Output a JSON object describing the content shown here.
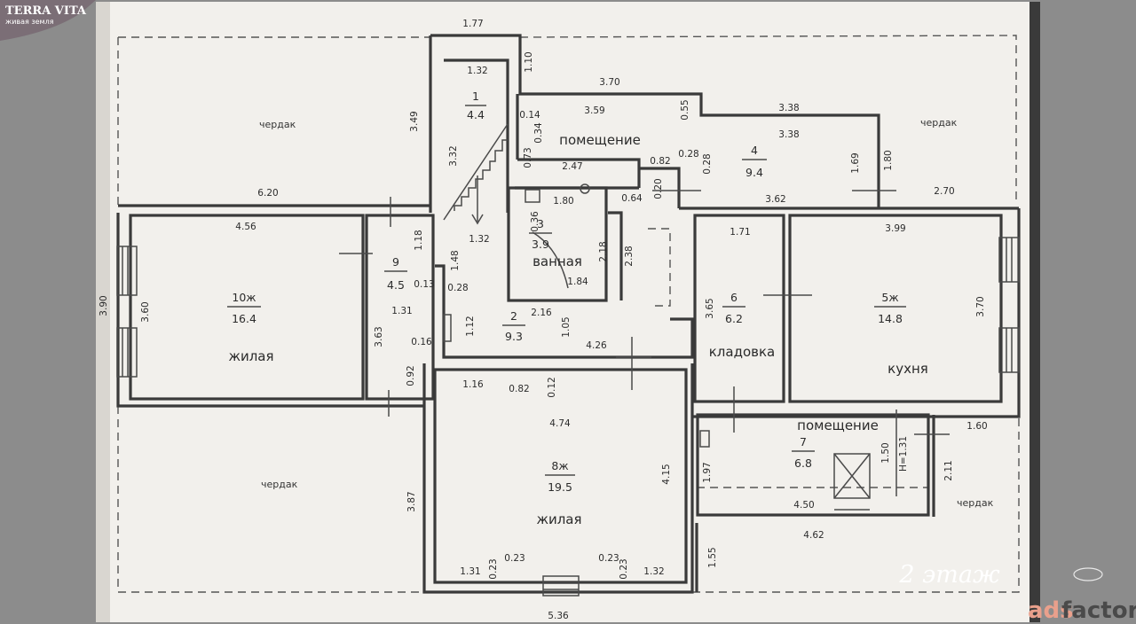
{
  "logo": {
    "title": "TERRA VITA",
    "subtitle": "живая земля"
  },
  "floor_label": "2 этаж",
  "watermark": {
    "part1": "ads",
    "part2": "factory"
  },
  "attic_label": "чердак",
  "rooms": [
    {
      "id": "1",
      "number": "1",
      "area": "4.4"
    },
    {
      "id": "2",
      "number": "2",
      "area": "9.3"
    },
    {
      "id": "3",
      "number": "3",
      "area": "3.9",
      "name": "ванная"
    },
    {
      "id": "4",
      "number": "4",
      "area": "9.4",
      "name": "помещение"
    },
    {
      "id": "5",
      "number": "5ж",
      "area": "14.8",
      "name": "кухня"
    },
    {
      "id": "6",
      "number": "6",
      "area": "6.2",
      "name": "кладовка"
    },
    {
      "id": "7",
      "number": "7",
      "area": "6.8",
      "name": "помещение"
    },
    {
      "id": "8",
      "number": "8ж",
      "area": "19.5",
      "name": "жилая"
    },
    {
      "id": "9",
      "number": "9",
      "area": "4.5"
    },
    {
      "id": "10",
      "number": "10ж",
      "area": "16.4",
      "name": "жилая"
    }
  ],
  "dimensions": {
    "d177": "1.77",
    "d110": "1.10",
    "d370": "3.70",
    "d132a": "1.32",
    "d349": "3.49",
    "d332": "3.32",
    "d014": "0.14",
    "d359": "3.59",
    "d055": "0.55",
    "d034": "0.34",
    "d338a": "3.38",
    "d338b": "3.38",
    "d073": "0.73",
    "d247": "2.47",
    "d082a": "0.82",
    "d028a": "0.28",
    "d028b": "0.28",
    "d169": "1.69",
    "d180a": "1.80",
    "d620": "6.20",
    "d180b": "1.80",
    "d064": "0.64",
    "d020": "0.20",
    "d362": "3.62",
    "d270": "2.70",
    "d456": "4.56",
    "d036": "0.36",
    "d132b": "1.32",
    "d118": "1.18",
    "d148": "1.48",
    "d218": "2.18",
    "d238": "2.38",
    "d171": "1.71",
    "d399": "3.99",
    "d360": "3.60",
    "d390": "3.90",
    "d013": "0.13",
    "d028c": "0.28",
    "d184": "1.84",
    "d365": "3.65",
    "d370b": "3.70",
    "d131a": "1.31",
    "d216": "2.16",
    "d105": "1.05",
    "d112": "1.12",
    "d363": "3.63",
    "d016": "0.16",
    "d426": "4.26",
    "d092": "0.92",
    "d116": "1.16",
    "d082b": "0.82",
    "d012": "0.12",
    "d474": "4.74",
    "d160": "1.60",
    "d150": "1.50",
    "dh131": "Н=1.31",
    "d197": "1.97",
    "d415": "4.15",
    "d211": "2.11",
    "d387": "3.87",
    "d450": "4.50",
    "d462": "4.62",
    "d155": "1.55",
    "d131b": "1.31",
    "d023a": "0.23",
    "d023b": "0.23",
    "d023c": "0.23",
    "d023d": "0.23",
    "d132c": "1.32",
    "d536": "5.36"
  }
}
